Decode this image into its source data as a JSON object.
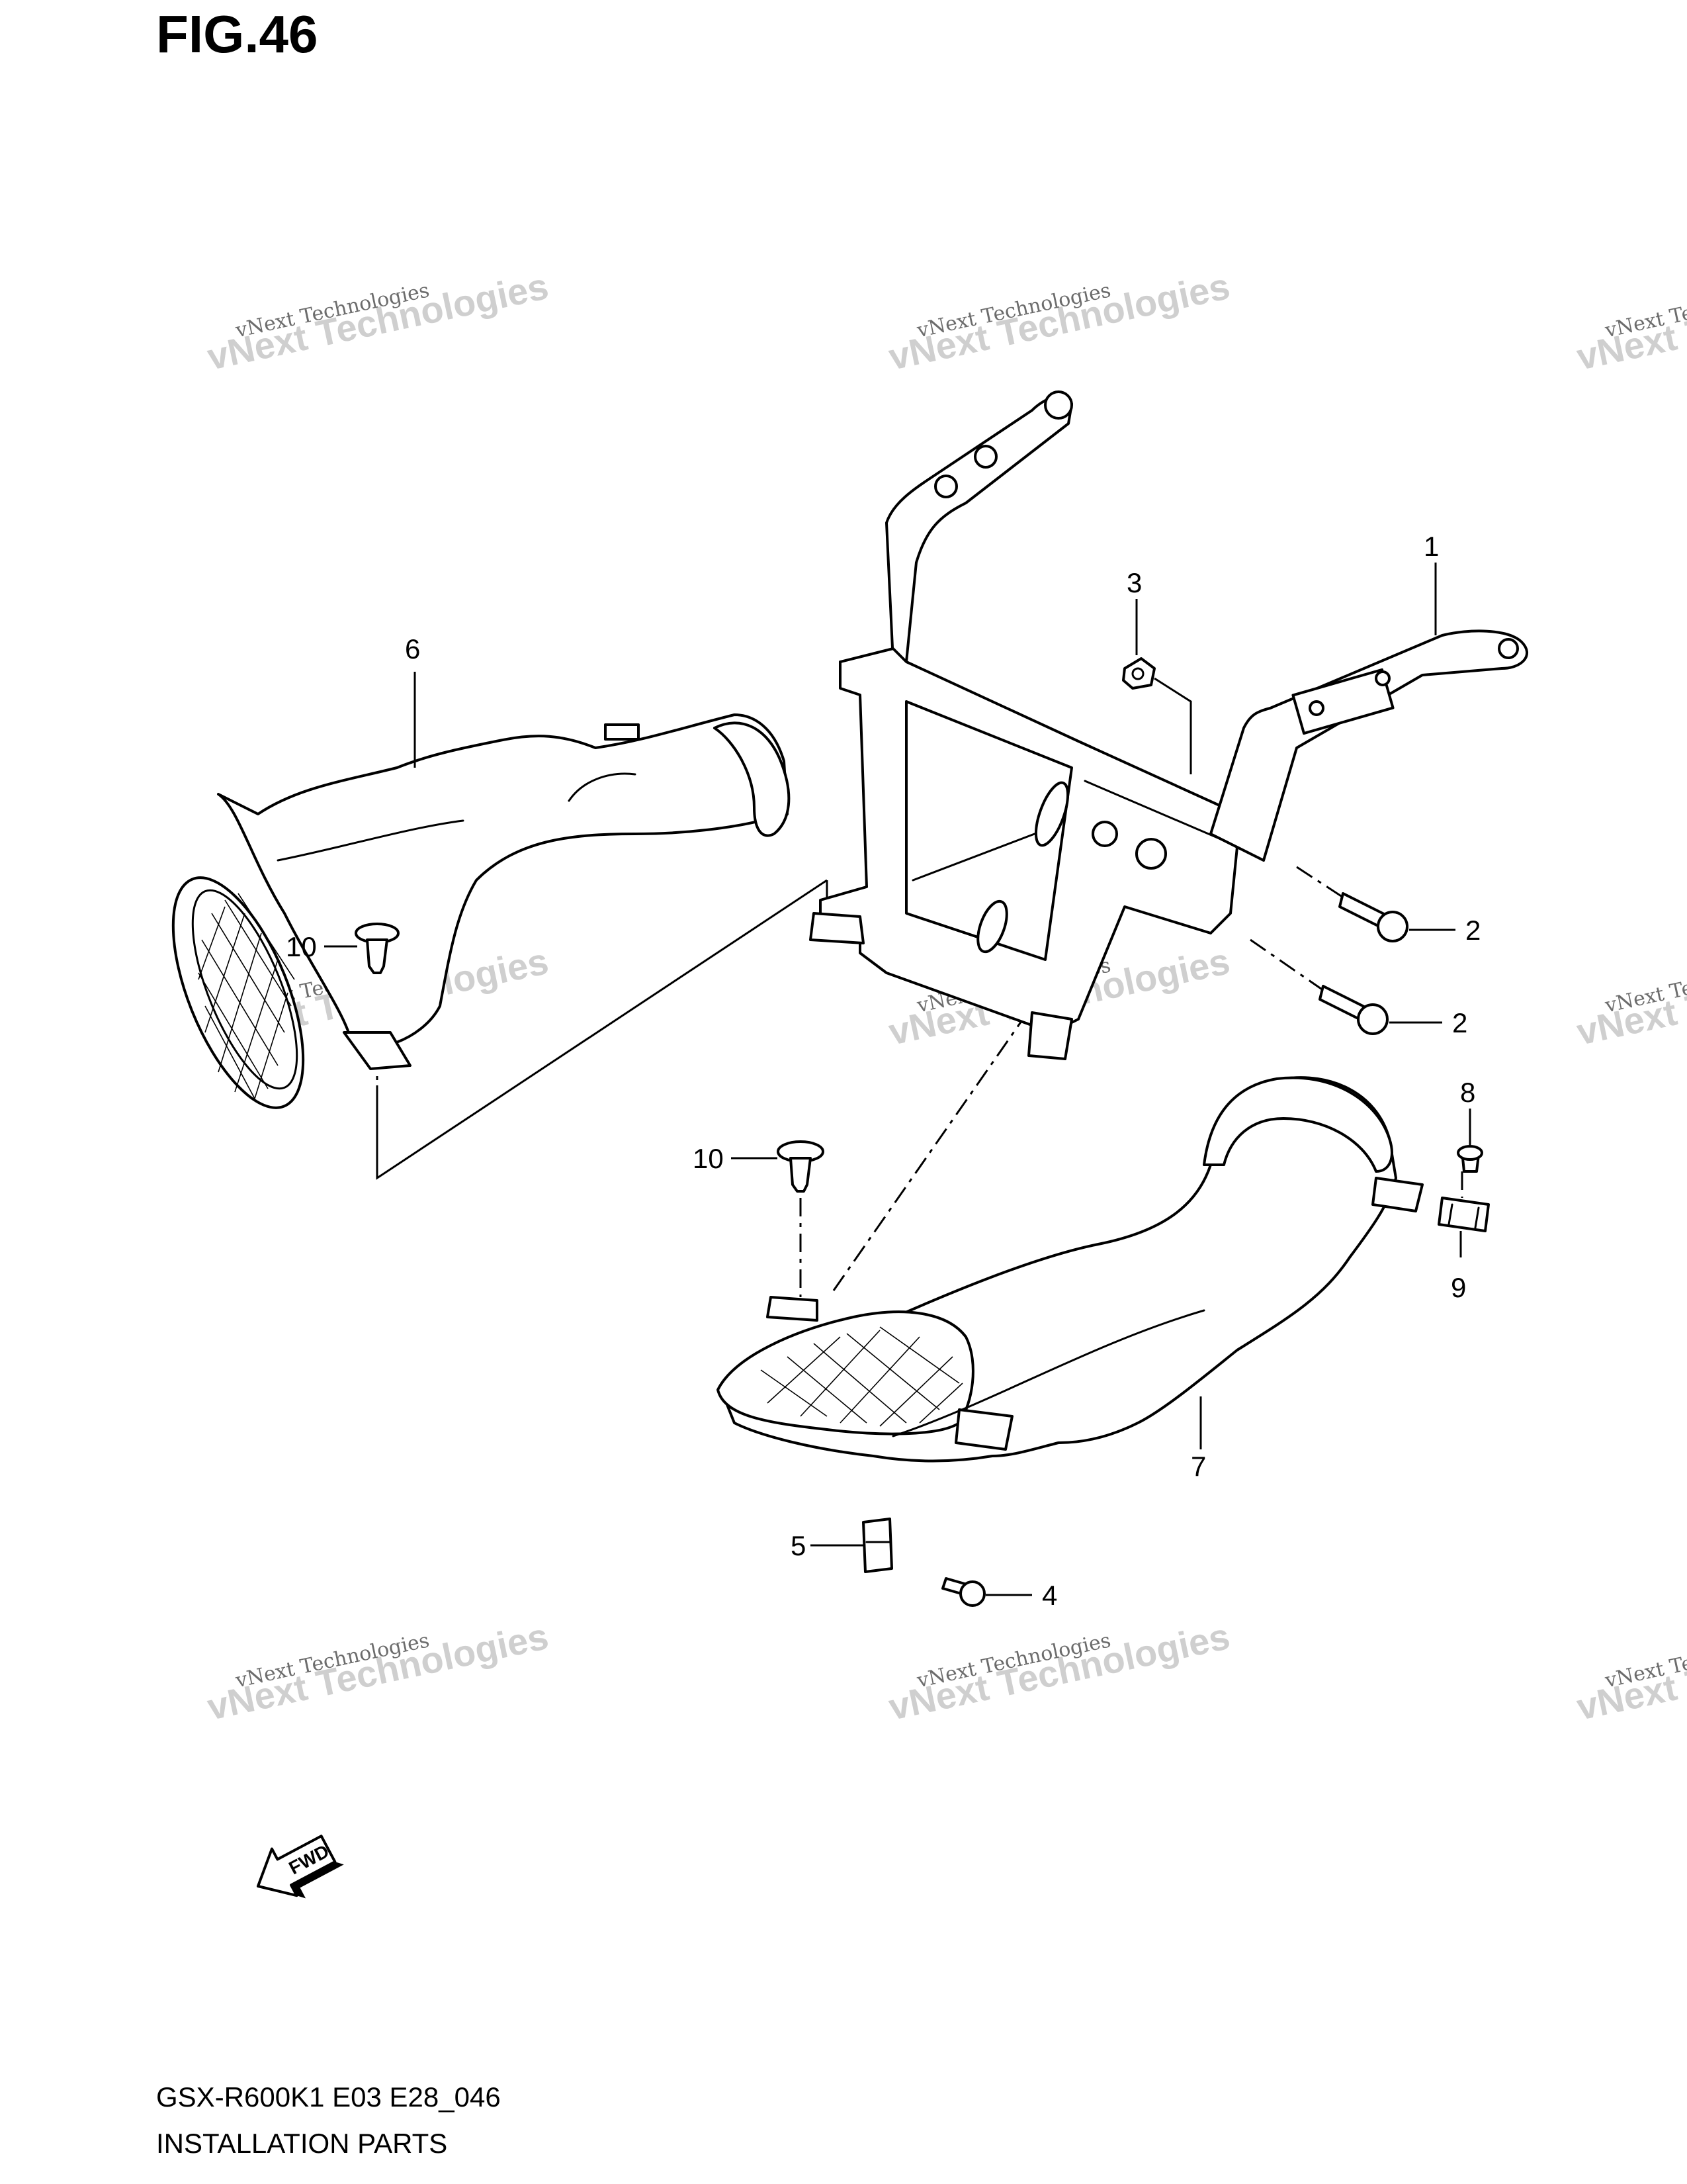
{
  "figure": {
    "title": "FIG.46"
  },
  "watermark": {
    "line1": "vNext Technologies",
    "line2": "vNext Technologies"
  },
  "callouts": {
    "c1": "1",
    "c2a": "2",
    "c2b": "2",
    "c3": "3",
    "c4": "4",
    "c5": "5",
    "c6": "6",
    "c7": "7",
    "c8": "8",
    "c9": "9",
    "c10a": "10",
    "c10b": "10"
  },
  "fwd_label": "FWD",
  "footer": {
    "code": "GSX-R600K1 E03 E28_046",
    "name": "INSTALLATION PARTS"
  }
}
